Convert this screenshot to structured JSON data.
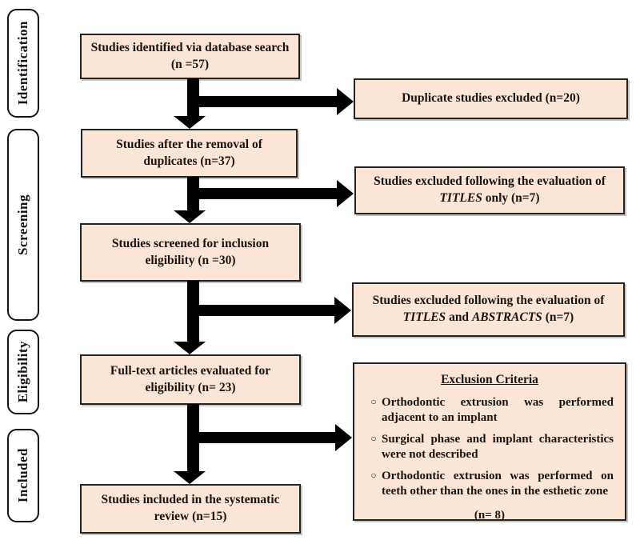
{
  "colors": {
    "box_fill": "#fbe5d6",
    "box_border": "#232323",
    "arrow": "#000000",
    "stage_fill": "#ffffff",
    "stage_border": "#141414"
  },
  "stages": [
    {
      "label": "Identification"
    },
    {
      "label": "Screening"
    },
    {
      "label": "Eligibility"
    },
    {
      "label": "Included"
    }
  ],
  "main_boxes": [
    {
      "lines": [
        "Studies identified via database search",
        "(n =57)"
      ]
    },
    {
      "lines": [
        "Studies after the removal of",
        "duplicates (n=37)"
      ]
    },
    {
      "lines": [
        "Studies screened for inclusion",
        "eligibility (n =30)"
      ]
    },
    {
      "lines": [
        "Full-text articles evaluated for",
        "eligibility (n= 23)"
      ]
    },
    {
      "lines": [
        "Studies included in the systematic",
        "review (n=15)"
      ]
    }
  ],
  "right_boxes": {
    "duplicates": {
      "text": "Duplicate studies excluded (n=20)"
    },
    "titles_only": {
      "before": "Studies excluded following the evaluation of ",
      "italic": "TITLES",
      "after": " only (n=7)"
    },
    "titles_abstracts": {
      "before": "Studies excluded following the evaluation of ",
      "italic1": "TITLES",
      "mid": " and ",
      "italic2": "ABSTRACTS",
      "after": " (n=7)"
    },
    "exclusion": {
      "title": "Exclusion Criteria",
      "bullet_glyph": "○",
      "items": [
        "Orthodontic extrusion was performed adjacent to an implant",
        "Surgical phase and implant characteristics were not described",
        "Orthodontic extrusion was performed on teeth other than the ones in the esthetic zone"
      ],
      "count": "(n= 8)"
    }
  }
}
